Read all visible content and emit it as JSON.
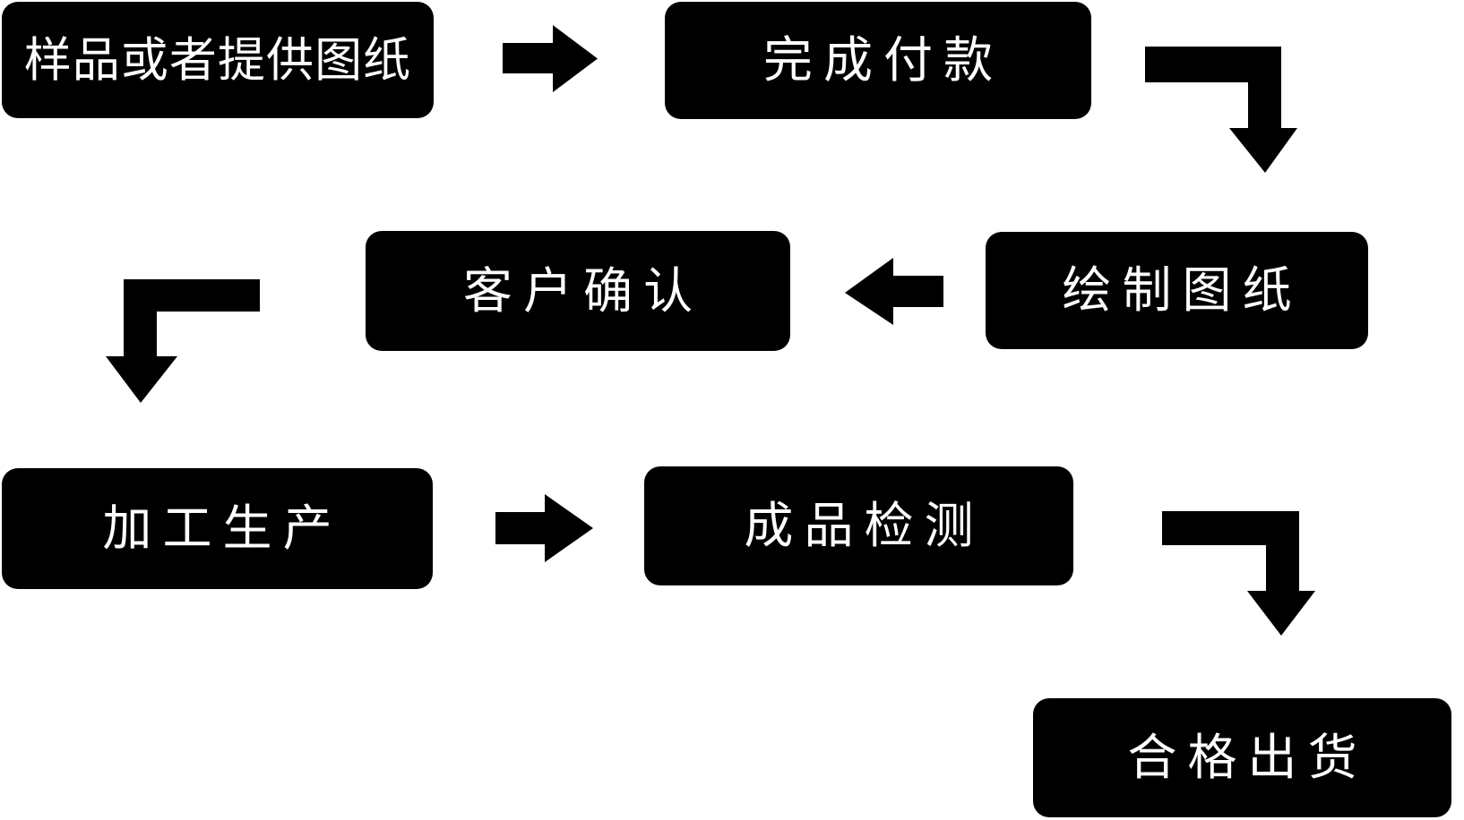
{
  "flowchart": {
    "description": "Production order process flow diagram",
    "colors": {
      "background": "#ffffff",
      "node_fill": "#000000",
      "node_text": "#ffffff",
      "arrow": "#000000"
    },
    "nodes": [
      {
        "id": "sample-or-drawings",
        "label": "样品或者提供图纸"
      },
      {
        "id": "complete-payment",
        "label": "完成付款"
      },
      {
        "id": "customer-confirmation",
        "label": "客户确认"
      },
      {
        "id": "draw-drawings",
        "label": "绘制图纸"
      },
      {
        "id": "processing-production",
        "label": "加工生产"
      },
      {
        "id": "finished-product-inspection",
        "label": "成品检测"
      },
      {
        "id": "qualified-shipment",
        "label": "合格出货"
      }
    ],
    "edges": [
      {
        "from": "样品或者提供图纸",
        "to": "完成付款",
        "shape": "straight-right"
      },
      {
        "from": "完成付款",
        "to": "绘制图纸",
        "shape": "elbow-right-down"
      },
      {
        "from": "绘制图纸",
        "to": "客户确认",
        "shape": "straight-left"
      },
      {
        "from": "客户确认",
        "to": "加工生产",
        "shape": "elbow-left-down"
      },
      {
        "from": "加工生产",
        "to": "成品检测",
        "shape": "straight-right"
      },
      {
        "from": "成品检测",
        "to": "合格出货",
        "shape": "elbow-right-down"
      }
    ]
  }
}
